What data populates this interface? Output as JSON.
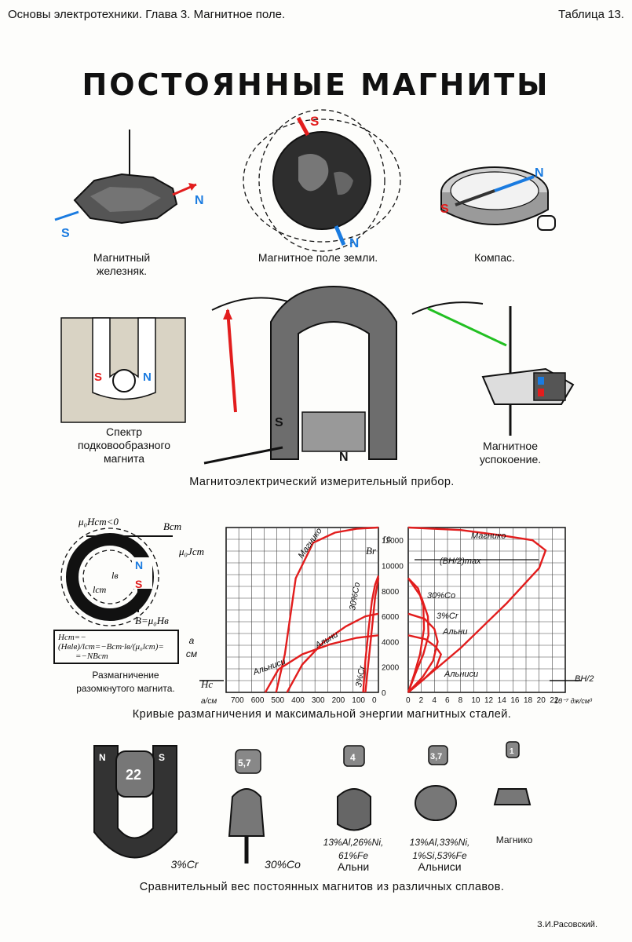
{
  "header": {
    "left": "Основы электротехники.  Глава 3. Магнитное поле.",
    "right": "Таблица 13."
  },
  "title": "ПОСТОЯННЫЕ  МАГНИТЫ",
  "section1": {
    "ore_caption": "Магнитный\nжелезняк.",
    "earth_caption": "Магнитное поле земли.",
    "compass_caption": "Компас.",
    "pole_n": "N",
    "pole_s": "S"
  },
  "section2": {
    "spectrum_caption": "Спектр\nподковообразного\nмагнита",
    "damping_caption": "Магнитное\nуспокоение.",
    "instrument_caption": "Магнитоэлектрический измерительный прибор."
  },
  "section3": {
    "demag_caption": "Размагничение\nразомкнутого магнита.",
    "f_mu_hst": "μ₀Hст<0",
    "f_bst": "Bст",
    "f_mujst": "μ₀Jст",
    "f_b": "B=μ₀Hв",
    "f_lv": "lв",
    "f_lst": "lст",
    "formula_line1": "Hст=−(Hвlв)/lст=−Bст·lв/(μ₀lст)=",
    "formula_line2": "=−NBст",
    "formula_unit": "a\nсм",
    "curves_caption": "Кривые размагничения и максимальной энергии магнитных сталей.",
    "left_axis_label": "Hc",
    "left_axis_unit": "а/см",
    "left_ticks": [
      "700",
      "600",
      "500",
      "400",
      "300",
      "200",
      "100",
      "0"
    ],
    "y_unit": "гс",
    "y_label": "Br",
    "y_ticks": [
      "12000",
      "10000",
      "8000",
      "6000",
      "4000",
      "2000",
      "0"
    ],
    "right_ticks": [
      "0",
      "2",
      "4",
      "6",
      "8",
      "10",
      "12",
      "14",
      "16",
      "18",
      "20",
      "22-"
    ],
    "right_axis_label": "BH/2",
    "right_axis_unit": "10⁻⁷ дж/см³",
    "bhmax_label": "(BH/2)max",
    "curve_magniko": "Магнико",
    "curve_30co": "30%Co",
    "curve_alni": "Альни",
    "curve_3cr": "3%Cr",
    "curve_alnisi": "Альниси"
  },
  "section4": {
    "caption": "Сравнительный вес постоянных магнитов из различных сплавов.",
    "weights": [
      "22",
      "5,7",
      "4",
      "3,7",
      "1"
    ],
    "label_3cr": "3%Cr",
    "label_30co": "30%Co",
    "alni_comp": "13%Al,26%Ni,\n61%Fe",
    "alni_name": "Альни",
    "alnisi_comp": "13%Al,33%Ni,\n1%Si,53%Fe",
    "alnisi_name": "Альниси",
    "magniko_name": "Магнико"
  },
  "footer": {
    "signature": "З.И.Расовский."
  },
  "colors": {
    "red": "#e21d1d",
    "blue": "#1a7be0",
    "green": "#22c022",
    "ink": "#111111"
  },
  "chart_data": [
    {
      "type": "line",
      "title": "",
      "xlabel": "Hc, а/см",
      "ylabel": "Br, гс",
      "xlim": [
        700,
        0
      ],
      "ylim": [
        0,
        13000
      ],
      "series": [
        {
          "name": "Магнико",
          "x": [
            470,
            430,
            380,
            300,
            200,
            100,
            0
          ],
          "y": [
            0,
            3000,
            9000,
            11800,
            12600,
            12900,
            13000
          ]
        },
        {
          "name": "30%Co",
          "x": [
            70,
            60,
            45,
            30,
            15,
            0
          ],
          "y": [
            0,
            2500,
            5000,
            7200,
            8500,
            9200
          ]
        },
        {
          "name": "Альни",
          "x": [
            420,
            350,
            250,
            150,
            60,
            0
          ],
          "y": [
            0,
            2200,
            4000,
            5200,
            6000,
            6200
          ]
        },
        {
          "name": "3%Cr",
          "x": [
            60,
            45,
            30,
            15,
            0
          ],
          "y": [
            0,
            2500,
            5000,
            7500,
            9000
          ]
        },
        {
          "name": "Альниси",
          "x": [
            520,
            460,
            350,
            220,
            100,
            0
          ],
          "y": [
            0,
            1800,
            3000,
            3800,
            4300,
            4500
          ]
        }
      ]
    },
    {
      "type": "line",
      "title": "",
      "xlabel": "BH/2, 10⁻⁷ дж/см³",
      "ylabel": "B, гс",
      "xlim": [
        0,
        24
      ],
      "ylim": [
        0,
        13000
      ],
      "series": [
        {
          "name": "Магнико",
          "x": [
            0,
            8,
            14,
            19,
            21,
            20,
            15,
            8,
            0
          ],
          "y": [
            13000,
            12800,
            12400,
            12000,
            11200,
            9800,
            7000,
            3500,
            0
          ]
        },
        {
          "name": "30%Co",
          "x": [
            0,
            1.5,
            2.3,
            2.4,
            1.8,
            0.9,
            0
          ],
          "y": [
            9000,
            8200,
            6800,
            5000,
            3000,
            1400,
            0
          ]
        },
        {
          "name": "3%Cr",
          "x": [
            0,
            2,
            3,
            3.1,
            2.3,
            1.1,
            0
          ],
          "y": [
            9000,
            7500,
            6000,
            4500,
            3000,
            1500,
            0
          ]
        },
        {
          "name": "Альни",
          "x": [
            0,
            2.5,
            4,
            4.5,
            3.8,
            2.2,
            0
          ],
          "y": [
            6200,
            5800,
            5000,
            4000,
            2500,
            1200,
            0
          ]
        },
        {
          "name": "Альниси",
          "x": [
            0,
            2.6,
            4.2,
            5,
            4.3,
            2.3,
            0
          ],
          "y": [
            4500,
            4200,
            3600,
            3000,
            2000,
            1000,
            0
          ]
        }
      ]
    }
  ]
}
